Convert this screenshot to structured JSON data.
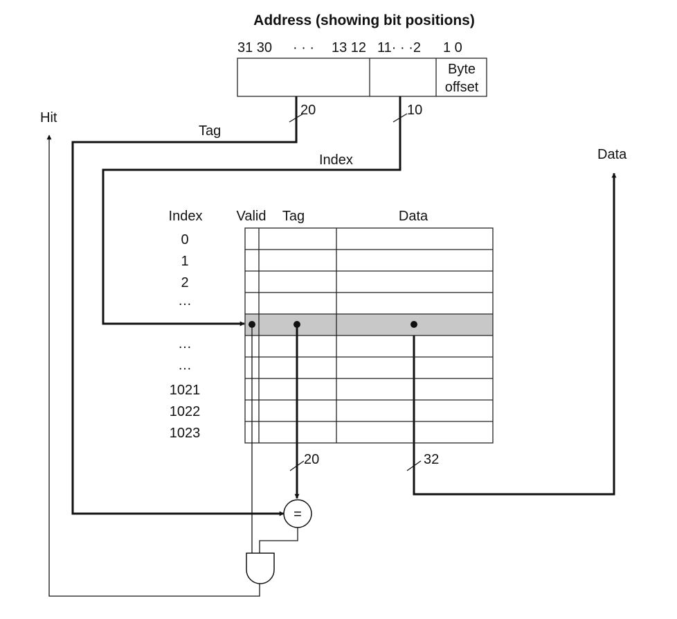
{
  "address": {
    "title": "Address (showing bit positions)",
    "bits": {
      "b31_30": "31 30",
      "dots": "· · ·",
      "b13_12": "13 12",
      "b11_2": "11· · ·2",
      "b1_0": "1 0"
    },
    "byte_offset_line1": "Byte",
    "byte_offset_line2": "offset"
  },
  "signals": {
    "hit": "Hit",
    "tag": "Tag",
    "index": "Index",
    "data": "Data",
    "tag_width": "20",
    "index_width": "10",
    "compare_width": "20",
    "data_width": "32",
    "comparator_symbol": "="
  },
  "cache": {
    "col_index": "Index",
    "col_valid": "Valid",
    "col_tag": "Tag",
    "col_data": "Data",
    "row_labels": [
      "0",
      "1",
      "2",
      "…",
      "…",
      "…",
      "1021",
      "1022",
      "1023"
    ]
  }
}
